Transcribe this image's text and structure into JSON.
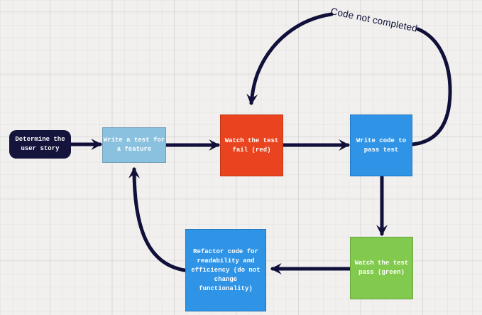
{
  "canvas": {
    "background_color": "#f1f0ee",
    "arrow_color": "#10103a"
  },
  "nodes": [
    {
      "id": "determine-user-story",
      "label": "Determine the\nuser story",
      "color": "#14143c",
      "shape": "rounded-rectangle"
    },
    {
      "id": "write-test",
      "label": "Write a test for\na feature",
      "color": "#8ac1df",
      "shape": "rectangle"
    },
    {
      "id": "watch-test-fail",
      "label": "Watch the test\nfail (red)",
      "color": "#e9441f",
      "shape": "rectangle"
    },
    {
      "id": "write-code",
      "label": "Write code to\npass test",
      "color": "#2f93e6",
      "shape": "rectangle"
    },
    {
      "id": "watch-test-pass",
      "label": "Watch the test\npass (green)",
      "color": "#82ca4e",
      "shape": "rectangle"
    },
    {
      "id": "refactor",
      "label": "Refactor code for\nreadability and\nefficiency (do not\nchange\nfunctionality)",
      "color": "#2f93e6",
      "shape": "rectangle"
    }
  ],
  "connectors": [
    {
      "id": "user-story-to-write-test",
      "from": "determine-user-story",
      "to": "write-test"
    },
    {
      "id": "write-test-to-test-fail",
      "from": "write-test",
      "to": "watch-test-fail"
    },
    {
      "id": "test-fail-to-write-code",
      "from": "watch-test-fail",
      "to": "write-code"
    },
    {
      "id": "write-code-to-test-pass",
      "from": "write-code",
      "to": "watch-test-pass"
    },
    {
      "id": "test-pass-to-refactor",
      "from": "watch-test-pass",
      "to": "refactor"
    },
    {
      "id": "refactor-to-write-test",
      "from": "refactor",
      "to": "write-test"
    },
    {
      "id": "write-code-loop-to-test-fail",
      "from": "write-code",
      "to": "watch-test-fail",
      "label": "Code not completed"
    }
  ],
  "connector_label": "Code not completed"
}
